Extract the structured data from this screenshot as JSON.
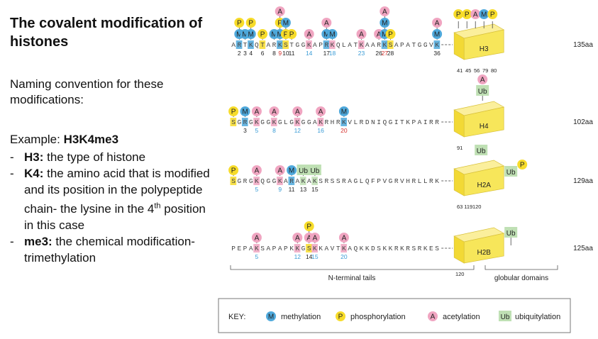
{
  "text": {
    "title": "The covalent modification of histones",
    "naming": "Naming convention for these modifications:",
    "example_prefix": "Example: ",
    "example_code": "H3K4me3",
    "bullets": [
      {
        "term": "H3:",
        "rest": " the type of histone"
      },
      {
        "term": "K4:",
        "rest": " the amino acid that is modified and its position in the polypeptide chain- the lysine in the 4th position in this case"
      },
      {
        "term": "me3:",
        "rest": " the chemical modification- trimethylation"
      }
    ]
  },
  "colors": {
    "methylation": "#4fa9dc",
    "phosphorylation": "#f7dc2a",
    "acetylation": "#f0a5c1",
    "ubiquitylation": "#bfe0b4",
    "globular": "#f7e65a",
    "number_blue": "#3a9cd6",
    "number_red": "#d6322e"
  },
  "key": {
    "label": "KEY:",
    "items": [
      {
        "badge": "M",
        "label": "methylation",
        "kind": "methylation"
      },
      {
        "badge": "P",
        "label": "phosphorylation",
        "kind": "phosphorylation"
      },
      {
        "badge": "A",
        "label": "acetylation",
        "kind": "acetylation"
      },
      {
        "badge": "Ub",
        "label": "ubiquitylation",
        "kind": "ubiquitylation"
      }
    ]
  },
  "histones": [
    {
      "name": "H3",
      "length": "135aa",
      "sequence": "ARTKQTARKSTGGKAPRKQLATKAARKSAPATGGVK",
      "tail_labels": [
        "2",
        "3",
        "4",
        "6",
        "8",
        "9",
        "10",
        "11",
        "14",
        "17",
        "18",
        "23",
        "26",
        "27",
        "28",
        "36"
      ],
      "globular_labels": [
        "41",
        "45",
        "56",
        "79",
        "80"
      ]
    },
    {
      "name": "H4",
      "length": "102aa",
      "sequence": "SGRGKGGKGLGKGGAKRHRKVLRDNIQGITKPAIRR",
      "tail_labels": [
        "3",
        "5",
        "8",
        "12",
        "16",
        "20"
      ],
      "globular_labels": [
        "91"
      ]
    },
    {
      "name": "H2A",
      "length": "129aa",
      "sequence": "SGRGKQGGKARAKAKSRSSRAGLQFPVGRVHRLLRK",
      "tail_labels": [
        "5",
        "9",
        "11",
        "13",
        "15"
      ],
      "globular_labels": [
        "63",
        "119",
        "120"
      ]
    },
    {
      "name": "H2B",
      "length": "125aa",
      "sequence": "PEPAKSAPAPKKGSKKAVTKAQKKDSKKRKRSRKES",
      "tail_labels": [
        "5",
        "12",
        "14",
        "15",
        "20"
      ],
      "globular_labels": [
        "120"
      ]
    }
  ],
  "regions": {
    "tails": "N-terminal tails",
    "globular": "globular domains"
  }
}
